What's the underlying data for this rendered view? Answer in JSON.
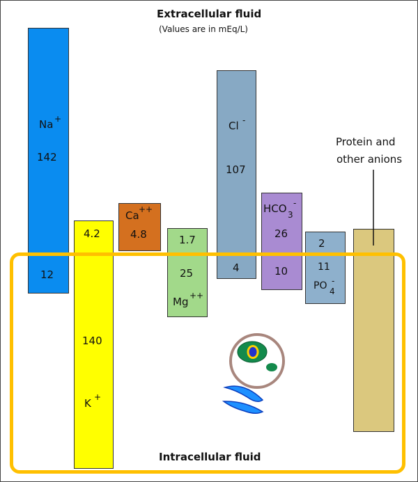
{
  "header": {
    "title": "Extracellular fluid",
    "subtitle": "(Values are in mEq/L)"
  },
  "footer": {
    "title": "Intracellular fluid"
  },
  "colors": {
    "sodium": "#0A8CF0",
    "potassium": "#FFFF00",
    "calcium": "#D4701F",
    "magnesium": "#A2D98A",
    "chloride": "#87A9C4",
    "bicarbonate": "#A98BD2",
    "phosphate": "#8EB0CC",
    "protein": "#DBC87E",
    "cell_border": "#FFC000"
  },
  "ions": {
    "na": {
      "symbol": "Na",
      "charge": "+",
      "ecf": "142",
      "icf": "12"
    },
    "k": {
      "symbol": "K",
      "charge": "+",
      "ecf": "4.2",
      "icf": "140"
    },
    "ca": {
      "symbol": "Ca",
      "charge": "++",
      "ecf": "4.8"
    },
    "mg": {
      "symbol": "Mg",
      "charge": "++",
      "ecf": "1.7",
      "icf": "25"
    },
    "cl": {
      "symbol": "Cl",
      "charge": "-",
      "ecf": "107",
      "icf": "4"
    },
    "hco3": {
      "symbol": "HCO",
      "sub": "3",
      "charge": "-",
      "ecf": "26",
      "icf": "10"
    },
    "po4": {
      "symbol": "PO",
      "sub": "4",
      "charge": "-",
      "ecf": "2",
      "icf": "11"
    },
    "protein": {
      "label_line1": "Protein and",
      "label_line2": "other anions"
    }
  },
  "icons": {
    "cell": "cell-organelle-icon"
  }
}
